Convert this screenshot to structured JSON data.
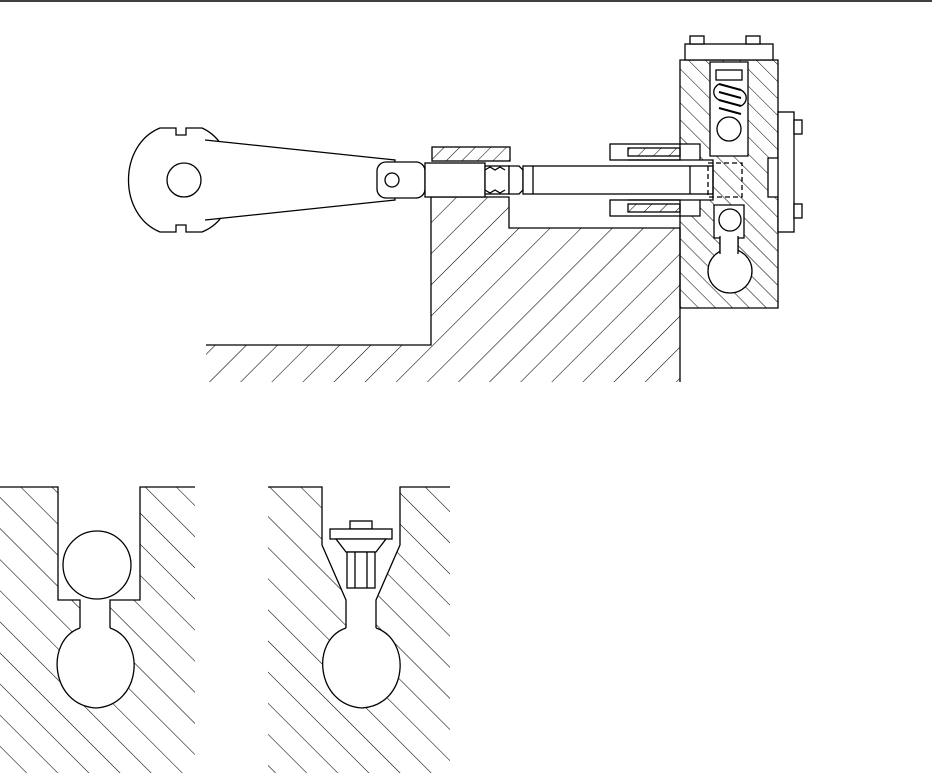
{
  "figure": {
    "type": "mechanical-section-drawing",
    "views": [
      {
        "name": "pump-assembly",
        "parts": [
          "crank-eccentric",
          "connecting-rod",
          "plunger",
          "stuffing-box-gland",
          "pump-casing",
          "valve-spring",
          "upper-ball-valve",
          "lower-ball-valve",
          "cover-plate",
          "bolts"
        ]
      },
      {
        "name": "ball-valve-detail",
        "parts": [
          "valve-bore",
          "valve-ball",
          "lower-ball-chamber"
        ]
      },
      {
        "name": "poppet-valve-detail",
        "parts": [
          "valve-bore",
          "poppet-valve",
          "lower-ball-chamber"
        ]
      }
    ],
    "colors": {
      "line": "#000000",
      "background": "#ffffff"
    }
  }
}
